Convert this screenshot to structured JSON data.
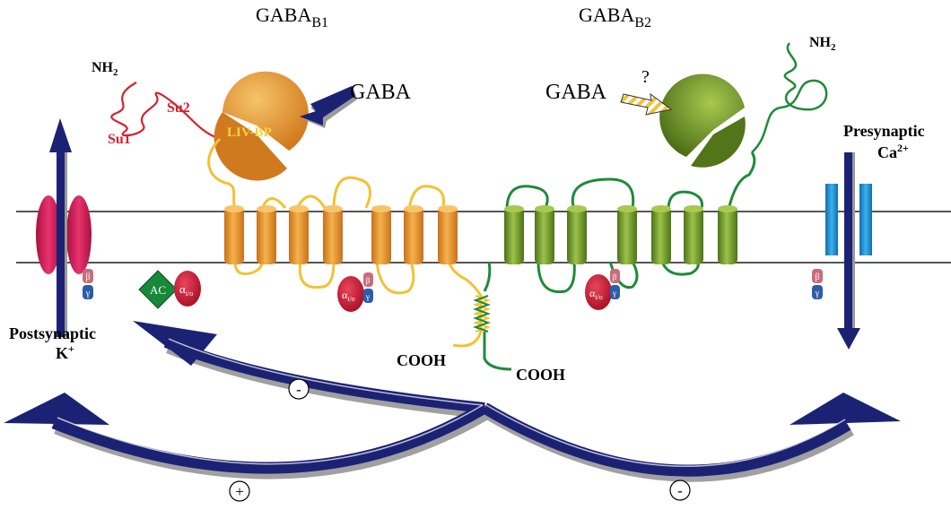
{
  "labels": {
    "gaba_b1_main": "GABA",
    "gaba_b1_sub": "B1",
    "gaba_b2_main": "GABA",
    "gaba_b2_sub": "B2",
    "gaba_ligand_left": "GABA",
    "gaba_ligand_right": "GABA",
    "question_mark": "?",
    "liv_bp": "LIV-BP",
    "nh2_left": "NH",
    "nh2_left_sub": "2",
    "nh2_right": "NH",
    "nh2_right_sub": "2",
    "su1": "Su1",
    "su2": "Su2",
    "cooh_left": "COOH",
    "cooh_right": "COOH",
    "postsynaptic": "Postsynaptic",
    "k_ion": "K",
    "k_charge": "+",
    "presynaptic": "Presynaptic",
    "ca_ion": "Ca",
    "ca_charge": "2+",
    "ac": "AC",
    "alpha": "α",
    "alpha_sub": "i/o",
    "beta": "β",
    "gamma": "γ",
    "minus": "-",
    "plus": "+"
  },
  "colors": {
    "gaba_b1": "#e8962e",
    "gaba_b1_loop": "#f2c232",
    "gaba_b2": "#6f9a2a",
    "gaba_b2_loop": "#1f8a3a",
    "nterm_b1": "#d8202e",
    "membrane": "#555555",
    "arrow": "#1c2273",
    "arrow_shadow": "#9a9a9a",
    "k_channel": "#d81e5b",
    "ca_channel": "#1b8ecf",
    "alpha_subunit": "#c8102e",
    "ac": "#18883a",
    "beta": "#c96c7c",
    "gamma": "#2d5da8"
  }
}
